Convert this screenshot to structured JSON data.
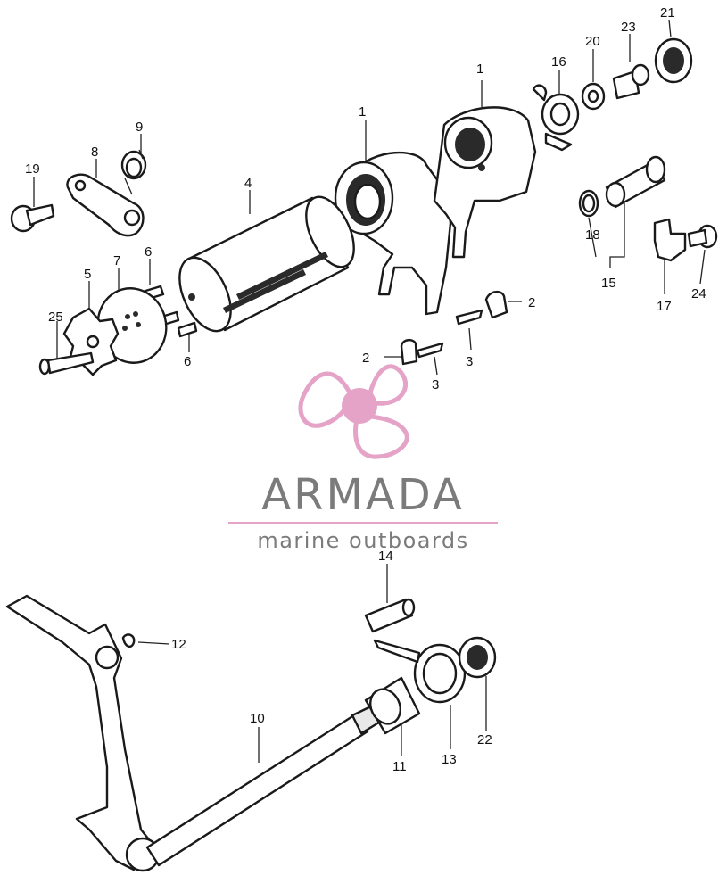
{
  "callouts": [
    {
      "id": "p1a",
      "label": "1"
    },
    {
      "id": "p1b",
      "label": "1"
    },
    {
      "id": "p2a",
      "label": "2"
    },
    {
      "id": "p2b",
      "label": "2"
    },
    {
      "id": "p3a",
      "label": "3"
    },
    {
      "id": "p3b",
      "label": "3"
    },
    {
      "id": "p4",
      "label": "4"
    },
    {
      "id": "p5",
      "label": "5"
    },
    {
      "id": "p6a",
      "label": "6"
    },
    {
      "id": "p6b",
      "label": "6"
    },
    {
      "id": "p7",
      "label": "7"
    },
    {
      "id": "p8",
      "label": "8"
    },
    {
      "id": "p9",
      "label": "9"
    },
    {
      "id": "p10",
      "label": "10"
    },
    {
      "id": "p11",
      "label": "11"
    },
    {
      "id": "p12",
      "label": "12"
    },
    {
      "id": "p13",
      "label": "13"
    },
    {
      "id": "p14",
      "label": "14"
    },
    {
      "id": "p15",
      "label": "15"
    },
    {
      "id": "p16",
      "label": "16"
    },
    {
      "id": "p17",
      "label": "17"
    },
    {
      "id": "p18",
      "label": "18"
    },
    {
      "id": "p19",
      "label": "19"
    },
    {
      "id": "p20",
      "label": "20"
    },
    {
      "id": "p21",
      "label": "21"
    },
    {
      "id": "p22",
      "label": "22"
    },
    {
      "id": "p23",
      "label": "23"
    },
    {
      "id": "p24",
      "label": "24"
    },
    {
      "id": "p25",
      "label": "25"
    }
  ],
  "logo": {
    "name": "ARMADA",
    "tagline": "marine outboards",
    "icon": "propeller-icon",
    "colors": {
      "accent": "#e4a3c7",
      "text": "#7b7b7b"
    }
  }
}
